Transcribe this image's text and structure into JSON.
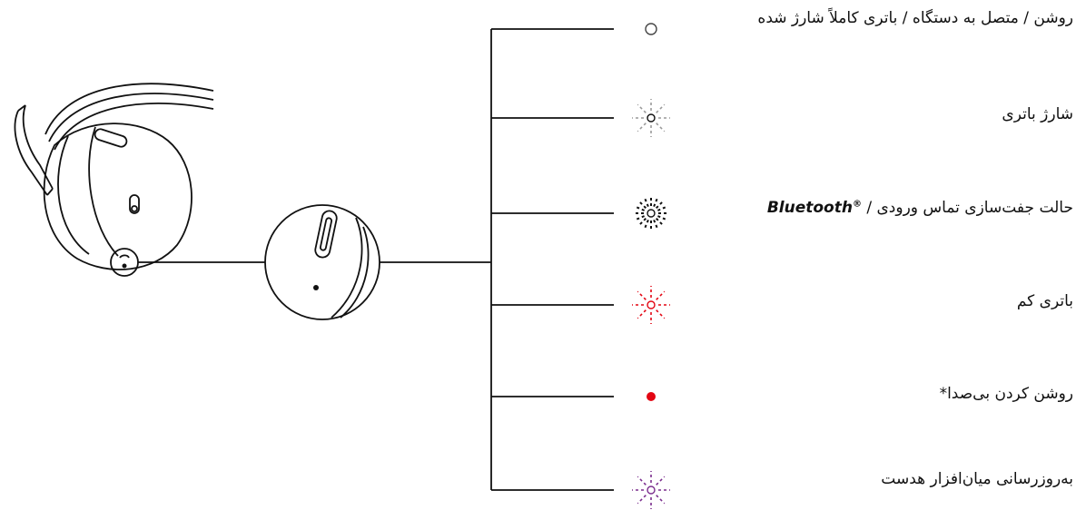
{
  "colors": {
    "line": "#111111",
    "white_led": "#9a9a9a",
    "black_led": "#111111",
    "red_led": "#e30613",
    "purple_led": "#7b2e8e"
  },
  "states": [
    {
      "label": "روشن / متصل به دستگاه / باتری کاملاً شارژ شده",
      "led_icon": "led-solid-white-icon",
      "led_color": "#444444",
      "led_style": "solid-ring"
    },
    {
      "label": "شارژ باتری",
      "led_icon": "led-pulsing-white-icon",
      "led_color": "#9a9a9a",
      "led_style": "flash"
    },
    {
      "label_prefix": "حالت جفت‌سازی تماس ورودی /",
      "label_latin": "Bluetooth",
      "label_suffix": "®",
      "led_icon": "led-flashing-white-icon",
      "led_color": "#111111",
      "led_style": "flash-dense"
    },
    {
      "label": "باتری کم",
      "led_icon": "led-flashing-red-icon",
      "led_color": "#e30613",
      "led_style": "flash"
    },
    {
      "label": "روشن کردن بی‌صدا*",
      "led_icon": "led-solid-red-icon",
      "led_color": "#e30613",
      "led_style": "solid-dot"
    },
    {
      "label": "به‌روزرسانی میان‌افزار هدست",
      "led_icon": "led-flashing-purple-icon",
      "led_color": "#7b2e8e",
      "led_style": "flash"
    }
  ]
}
